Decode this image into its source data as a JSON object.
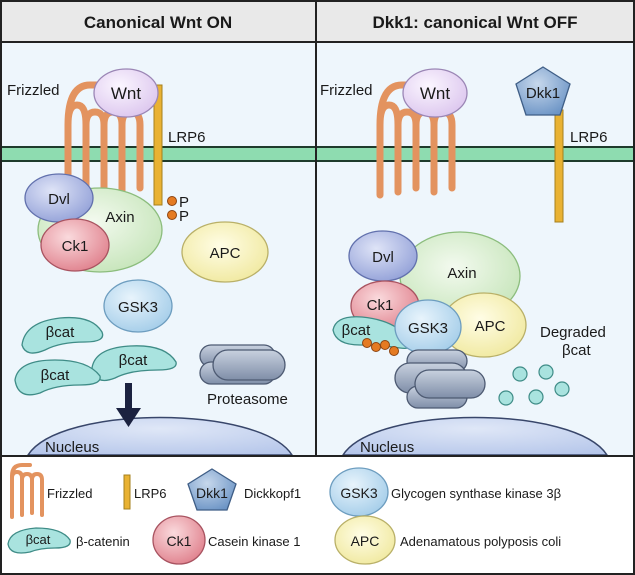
{
  "panels": [
    {
      "title": "Canonical Wnt ON",
      "labels": {
        "frizzled": "Frizzled",
        "wnt": "Wnt",
        "lrp6": "LRP6",
        "dvl": "Dvl",
        "axin": "Axin",
        "ck1": "Ck1",
        "p1": "P",
        "p2": "P",
        "apc": "APC",
        "gsk3": "GSK3",
        "bcat1": "βcat",
        "bcat2": "βcat",
        "bcat3": "βcat",
        "proteasome": "Proteasome",
        "nucleus": "Nucleus"
      }
    },
    {
      "title": "Dkk1: canonical Wnt OFF",
      "labels": {
        "frizzled": "Frizzled",
        "wnt": "Wnt",
        "dkk1": "Dkk1",
        "lrp6": "LRP6",
        "dvl": "Dvl",
        "axin": "Axin",
        "ck1": "Ck1",
        "bcat": "βcat",
        "gsk3": "GSK3",
        "apc": "APC",
        "degraded": "Degraded",
        "degraded2": "βcat",
        "nucleus": "Nucleus"
      }
    }
  ],
  "legend": [
    {
      "icon": "frizzled-icon",
      "name": "Frizzled"
    },
    {
      "icon": "lrp6-icon",
      "name": "LRP6"
    },
    {
      "icon": "dkk1-icon",
      "abbr": "Dkk1",
      "name": "Dickkopf1"
    },
    {
      "icon": "gsk3-icon",
      "abbr": "GSK3",
      "name": "Glycogen synthase kinase 3β"
    },
    {
      "icon": "bcat-icon",
      "abbr": "βcat",
      "name": "β-catenin"
    },
    {
      "icon": "ck1-icon",
      "abbr": "Ck1",
      "name": "Casein kinase 1"
    },
    {
      "icon": "apc-icon",
      "abbr": "APC",
      "name": "Adenamatous polyposis coli"
    }
  ],
  "colors": {
    "cytoplasm": "#eef6fc",
    "membrane": "#8edcb0",
    "frizzled": "#e3935f",
    "lrp6": "#e9b233",
    "wnt": "#e6d6f2",
    "dkk1": "#7fa5cf",
    "dvl": "#a6b2e0",
    "axin": "#cfeac4",
    "ck1": "#e79aa3",
    "apc": "#f4efad",
    "gsk3": "#b7d9ef",
    "bcat": "#a9e3df",
    "proteasome": "#98a6bd",
    "nucleus": "#c4d2ee",
    "phospho": "#e57b22"
  }
}
